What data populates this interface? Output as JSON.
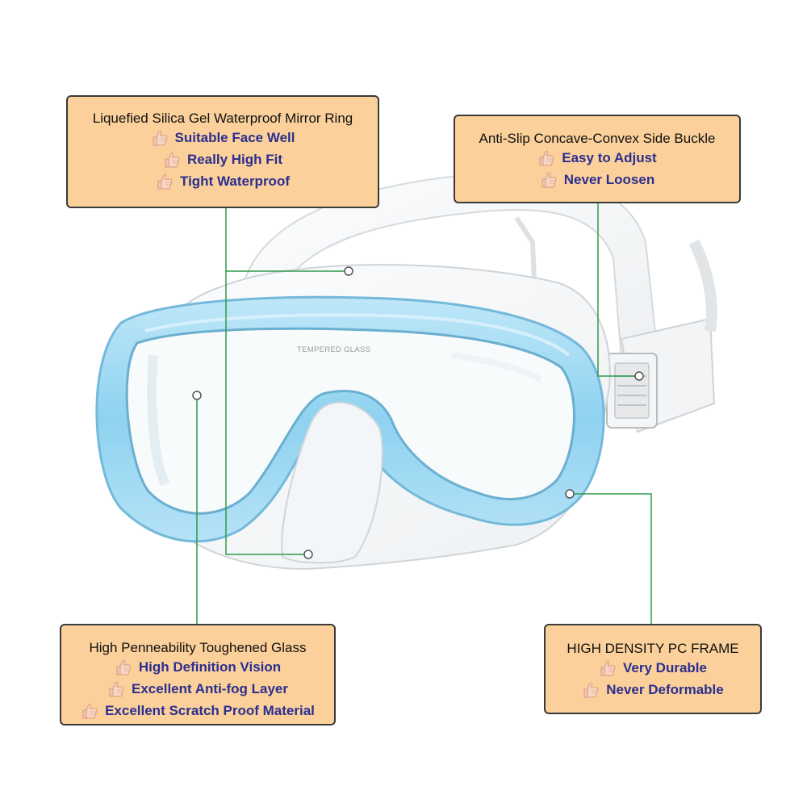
{
  "callouts": {
    "mirror_ring": {
      "title": "Liquefied Silica Gel Waterproof Mirror Ring",
      "features": [
        "Suitable Face Well",
        "Really High Fit",
        "Tight Waterproof"
      ]
    },
    "side_buckle": {
      "title": "Anti-Slip Concave-Convex Side Buckle",
      "features": [
        "Easy to Adjust",
        "Never Loosen"
      ]
    },
    "glass": {
      "title": "High Penneability Toughened Glass",
      "features": [
        "High Definition Vision",
        "Excellent Anti-fog Layer",
        "Excellent Scratch Proof Material"
      ]
    },
    "frame": {
      "title": "HIGH DENSITY PC FRAME",
      "features": [
        "Very Durable",
        "Never Deformable"
      ]
    }
  },
  "mask": {
    "lens_marking": "TEMPERED GLASS"
  },
  "icons": {
    "feature_bullet": "thumbs-up-icon",
    "callout_pointer": "pointer-dot-icon"
  },
  "colors": {
    "callout_fill": "#fbd09a",
    "callout_border": "#3a3a3a",
    "feature_text": "#2b2f8f",
    "leader_line": "#2e9a48",
    "frame_blue": "#9fd8f2"
  }
}
